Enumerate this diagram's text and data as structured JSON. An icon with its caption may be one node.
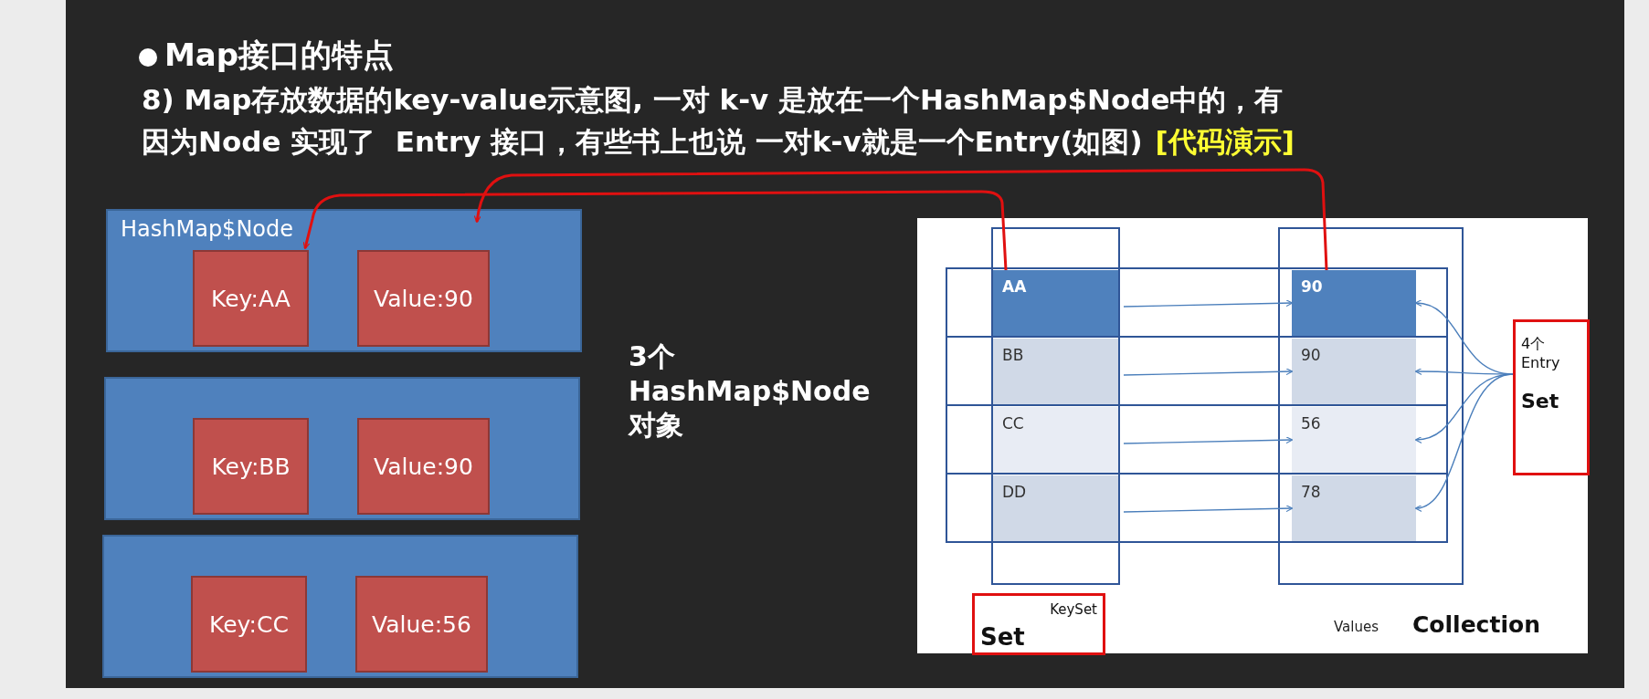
{
  "diagram": {
    "title": "Map接口的特点",
    "nodes": [
      {
        "text": [
          "HashMap$Node"
        ]
      },
      {
        "text": [
          "Key:AA"
        ],
        "in": 0
      },
      {
        "text": [
          "Value:90"
        ],
        "in": 0
      },
      {
        "text": [],
        "shape": "box"
      },
      {
        "text": [
          "Key:BB"
        ],
        "in": 3
      },
      {
        "text": [
          "Value:90"
        ],
        "in": 3
      },
      {
        "text": [],
        "shape": "box"
      },
      {
        "text": [
          "Key:CC"
        ],
        "in": 6
      },
      {
        "text": [
          "Value:56"
        ],
        "in": 6
      },
      {
        "text": [
          "AA"
        ]
      },
      {
        "text": [
          "BB"
        ]
      },
      {
        "text": [
          "CC"
        ]
      },
      {
        "text": [
          "DD"
        ]
      },
      {
        "text": [
          "90"
        ]
      },
      {
        "text": [
          "90"
        ]
      },
      {
        "text": [
          "56"
        ]
      },
      {
        "text": [
          "78"
        ]
      },
      {
        "text": [
          "4个 Entry",
          "Set"
        ]
      },
      {
        "text": [
          "Set",
          "KeySet"
        ]
      }
    ],
    "edges": [
      {
        "from": 9,
        "to": 13,
        "arrow": "to"
      },
      {
        "from": 10,
        "to": 14,
        "arrow": "to"
      },
      {
        "from": 11,
        "to": 15,
        "arrow": "to"
      },
      {
        "from": 12,
        "to": 16,
        "arrow": "to"
      },
      {
        "from": 17,
        "to": 13,
        "arrow": "to"
      },
      {
        "from": 17,
        "to": 14,
        "arrow": "to"
      },
      {
        "from": 17,
        "to": 15,
        "arrow": "to"
      },
      {
        "from": 17,
        "to": 16,
        "arrow": "to"
      },
      {
        "from": 9,
        "to": 1,
        "arrow": "to",
        "color": "#e01010"
      },
      {
        "from": 13,
        "to": 0,
        "arrow": "to",
        "color": "#e01010"
      }
    ],
    "labels": [
      "8) Map存放数据的key-value示意图, 一对 k-v 是放在一个HashMap$Node中的，有",
      "因为Node 实现了  Entry 接口，有些书上也说 一对k-v就是一个Entry(如图)",
      "[代码演示]",
      "3个 HashMap$Node 对象",
      "Values",
      "Collection"
    ]
  }
}
